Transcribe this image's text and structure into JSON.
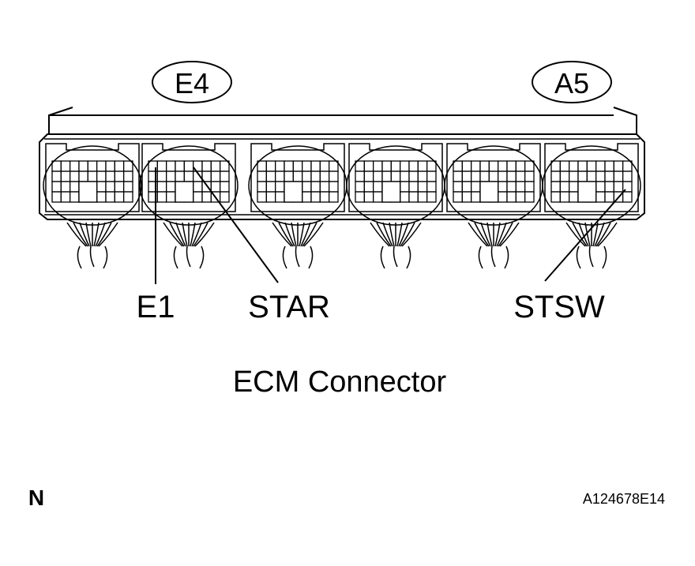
{
  "connector_tags": {
    "left": "E4",
    "right": "A5"
  },
  "pin_labels": {
    "e1": "E1",
    "star": "STAR",
    "stsw": "STSW"
  },
  "caption": "ECM Connector",
  "corner_mark": "N",
  "figure_code": "A124678E14"
}
